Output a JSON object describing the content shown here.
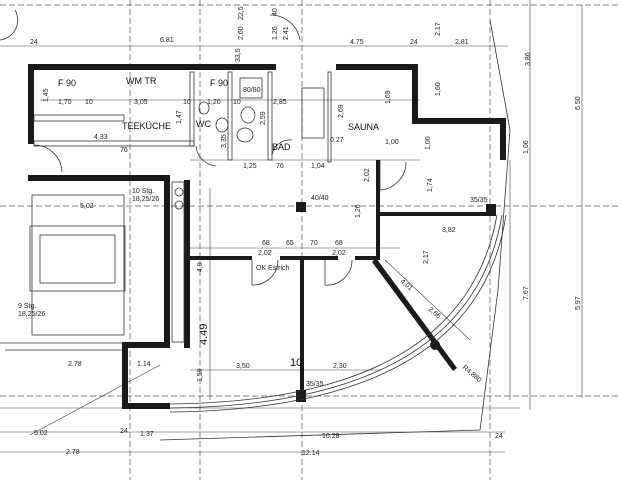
{
  "rooms": {
    "teekueche": "TEEKÜCHE",
    "wc": "WC",
    "bad": "BAD",
    "sauna": "SAUNA",
    "wm_tr": "WM TR",
    "f90_a": "F 90",
    "f90_b": "F 90",
    "shower": "80/80",
    "ok_estrich": "OK Estrich",
    "stair_upper": "10 Stg.",
    "stair_upper_size": "18,25/26",
    "stair_lower": "9 Stg.",
    "stair_lower_size": "18,25/26"
  },
  "columns": [
    "40/40",
    "35/35",
    "35/35"
  ],
  "dimensions": {
    "top": [
      "24",
      "6.81",
      "4.75",
      "24",
      "2.81",
      "2.17",
      "3.86",
      "6.50",
      "2.60",
      "1.26",
      "2.41",
      "22,5",
      "33,5",
      "40"
    ],
    "interior": [
      "1,70",
      "10",
      "3,05",
      "10",
      "1,20",
      "10",
      "2,85",
      "1,45",
      "1,47",
      "3,35",
      "2,59",
      "2,69",
      "1,69",
      "1,60",
      "0.27",
      "1,00",
      "1,00",
      "1,25",
      "76",
      "1,04",
      "4,33",
      "76",
      "1,74",
      "2,02",
      "1,26",
      "3,82",
      "1,06",
      "2,17",
      "68",
      "2,02",
      "65",
      "70",
      "68",
      "2,02",
      "4,01",
      "2,66",
      "R4,880",
      "5,02"
    ],
    "bottom": [
      "4.49",
      "4,9",
      "1,59",
      "3,50",
      "10",
      "2,30",
      "2.78",
      "1.14",
      "5.02",
      "24",
      "1.37",
      "10.28",
      "2.78",
      "12.14",
      "24",
      "7.67",
      "5.97"
    ]
  }
}
